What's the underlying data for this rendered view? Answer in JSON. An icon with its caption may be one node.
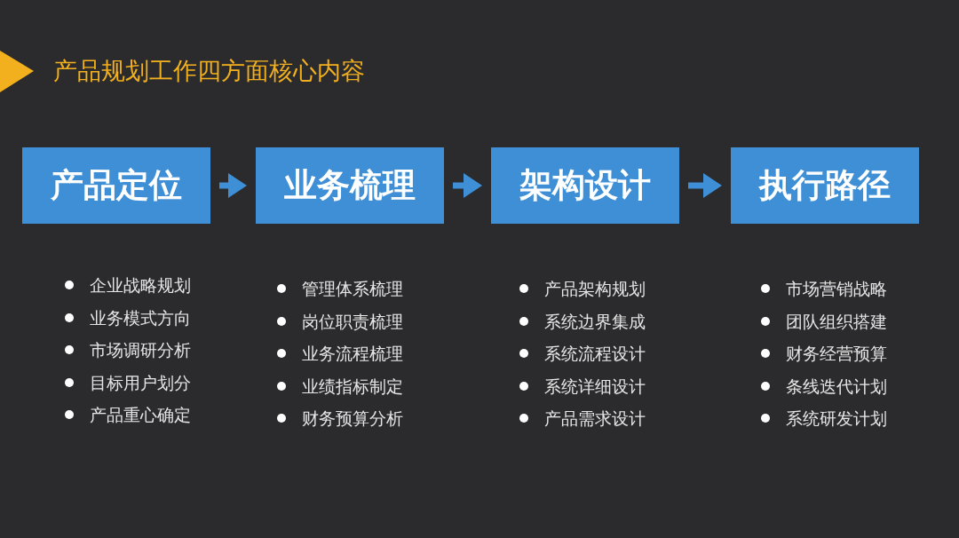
{
  "diagram": {
    "title": "产品规划工作四方面核心内容",
    "nodes": [
      {
        "text": [
          "产品定位"
        ]
      },
      {
        "text": [
          "业务梳理"
        ]
      },
      {
        "text": [
          "架构设计"
        ]
      },
      {
        "text": [
          "执行路径"
        ]
      }
    ],
    "edges": [
      {
        "from": 0,
        "to": 1,
        "arrow": "to"
      },
      {
        "from": 1,
        "to": 2,
        "arrow": "to"
      },
      {
        "from": 2,
        "to": 3,
        "arrow": "to"
      }
    ],
    "labels": [
      "企业战略规划",
      "业务模式方向",
      "市场调研分析",
      "目标用户划分",
      "产品重心确定",
      "管理体系梳理",
      "岗位职责梳理",
      "业务流程梳理",
      "业绩指标制定",
      "财务预算分析",
      "产品架构规划",
      "系统边界集成",
      "系统流程设计",
      "系统详细设计",
      "产品需求设计",
      "市场营销战略",
      "团队组织搭建",
      "财务经营预算",
      "条线迭代计划",
      "系统研发计划"
    ]
  }
}
